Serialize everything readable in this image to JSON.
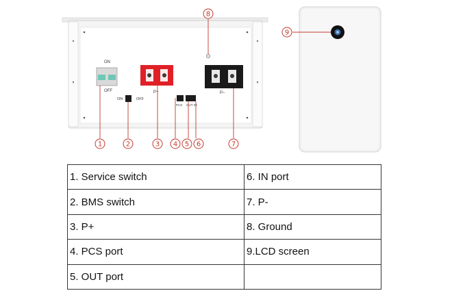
{
  "diagram": {
    "panel_labels": {
      "on": "ON",
      "off": "OFF",
      "bms_on": "ON",
      "bms_off": "OFF",
      "p_plus": "P+",
      "p_minus": "P–",
      "pcs": "PCS",
      "out": "OUT",
      "in": "IN"
    },
    "callouts": [
      "1",
      "2",
      "3",
      "4",
      "5",
      "6",
      "7",
      "8",
      "9"
    ],
    "colors": {
      "callout": "#c0392b",
      "positive_terminal": "#e02027",
      "negative_terminal": "#1a1a1a",
      "breaker": "#6fc7b5"
    }
  },
  "legend": {
    "rows": [
      {
        "left": "1. Service switch",
        "right": "6. IN port"
      },
      {
        "left": "2. BMS switch",
        "right": "7. P-"
      },
      {
        "left": "3. P+",
        "right": "8. Ground"
      },
      {
        "left": "4. PCS port",
        "right": "9.LCD screen"
      },
      {
        "left": "5. OUT port",
        "right": ""
      }
    ]
  }
}
